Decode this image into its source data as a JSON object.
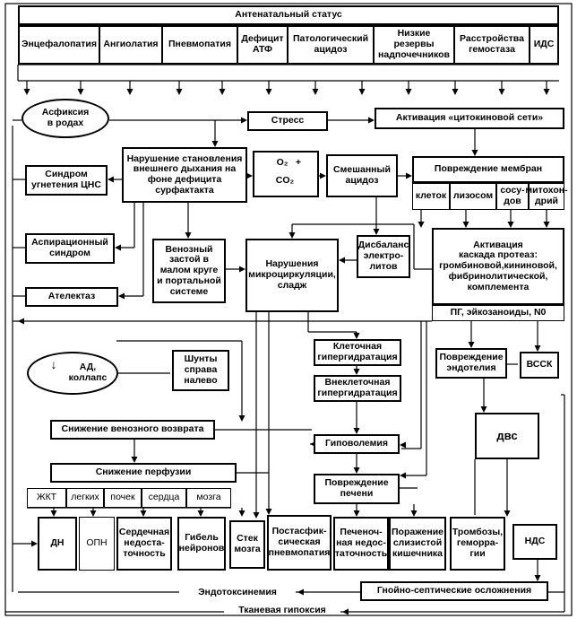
{
  "header": "Антенатальный статус",
  "antenatal": [
    "Энцефалопатия",
    "Ангиолатия",
    "Пневмопатия",
    "Дефицит\nАТФ",
    "Патологический\nацидоз",
    "Низкие\nрезервы\nнадпочечников",
    "Расстройства\nгемостаза",
    "ИДС"
  ],
  "nodes": {
    "asphyxia": "Асфиксия\nв родах",
    "stress": "Стресс",
    "cytokine": "Активация «цитокиновой сети»",
    "breathing": "Нарушение становления\nвнешнего дыхания на\nфоне дефицита\nсурфактакта",
    "gas_o2": "O₂",
    "gas_plus": "+",
    "gas_co2": "CO₂",
    "mixed_acidosis": "Смешанный\nацидоз",
    "membrane": "Повреждение мембран",
    "cells": "клеток",
    "lysosomes": "лизосом",
    "vessels": "сосу-\nдов",
    "mito": "митохон-\nдрий",
    "cns": "Синдром\nугнетения ЦНС",
    "aspiration": "Аспирационный\nсиндром",
    "venous": "Венозный\nзастой в\nмалом круге\nи портальной\nсистеме",
    "microcirc": "Нарушения\nмикроциркуляции,\nсладж",
    "electrolyte": "Дисбаланс\nэлектро-\nлитов",
    "protease": "Активация\nкаскада протеаз:\nгромбиновой,кининовой,\nфибринолитической,\nкомплемента",
    "pg": "ПГ, эйкозаноиды, N0",
    "atelectasis": "Ателектаз",
    "bp_arrow": "↓",
    "bp": "АД,\nколлапс",
    "shunts": "Шунты\nсправа\nналево",
    "cell_hyper": "Клеточная\nгипергидратация",
    "extra_hyper": "Внеклеточная\nгипергидратация",
    "endothelium": "Повреждение\nэндотелия",
    "vssk": "ВССК",
    "dvs": "двс",
    "venous_return": "Снижение венозного возврата",
    "hypovolemia": "Гиповолемия",
    "perfusion": "Снижение перфузии",
    "liver_damage": "Повреждение\nпечени",
    "organs": [
      "ЖКТ",
      "легких",
      "почек",
      "сердца",
      "мозга"
    ],
    "dn": "ДН",
    "opn": "ОПН",
    "heart_fail": "Сердечная\nнедоста-\nточность",
    "neuron_death": "Гибель\nнейронов",
    "brain_edema": "Стек\nмозга",
    "post_pneumo": "Постасфик-\nсическая\nпневмопатия",
    "liver_fail": "Печеноч-\nная недос-\nтаточность",
    "mucosa": "Поражение\nслизистой\nкишечника",
    "thrombosis": "Тромбозы,\nгеморра-\nгии",
    "nds": "НДС",
    "endotox": "Эндотоксинемия",
    "septic": "Гнойно-септические осложнения",
    "tissue_hypoxia": "Тканевая гипоксия"
  }
}
